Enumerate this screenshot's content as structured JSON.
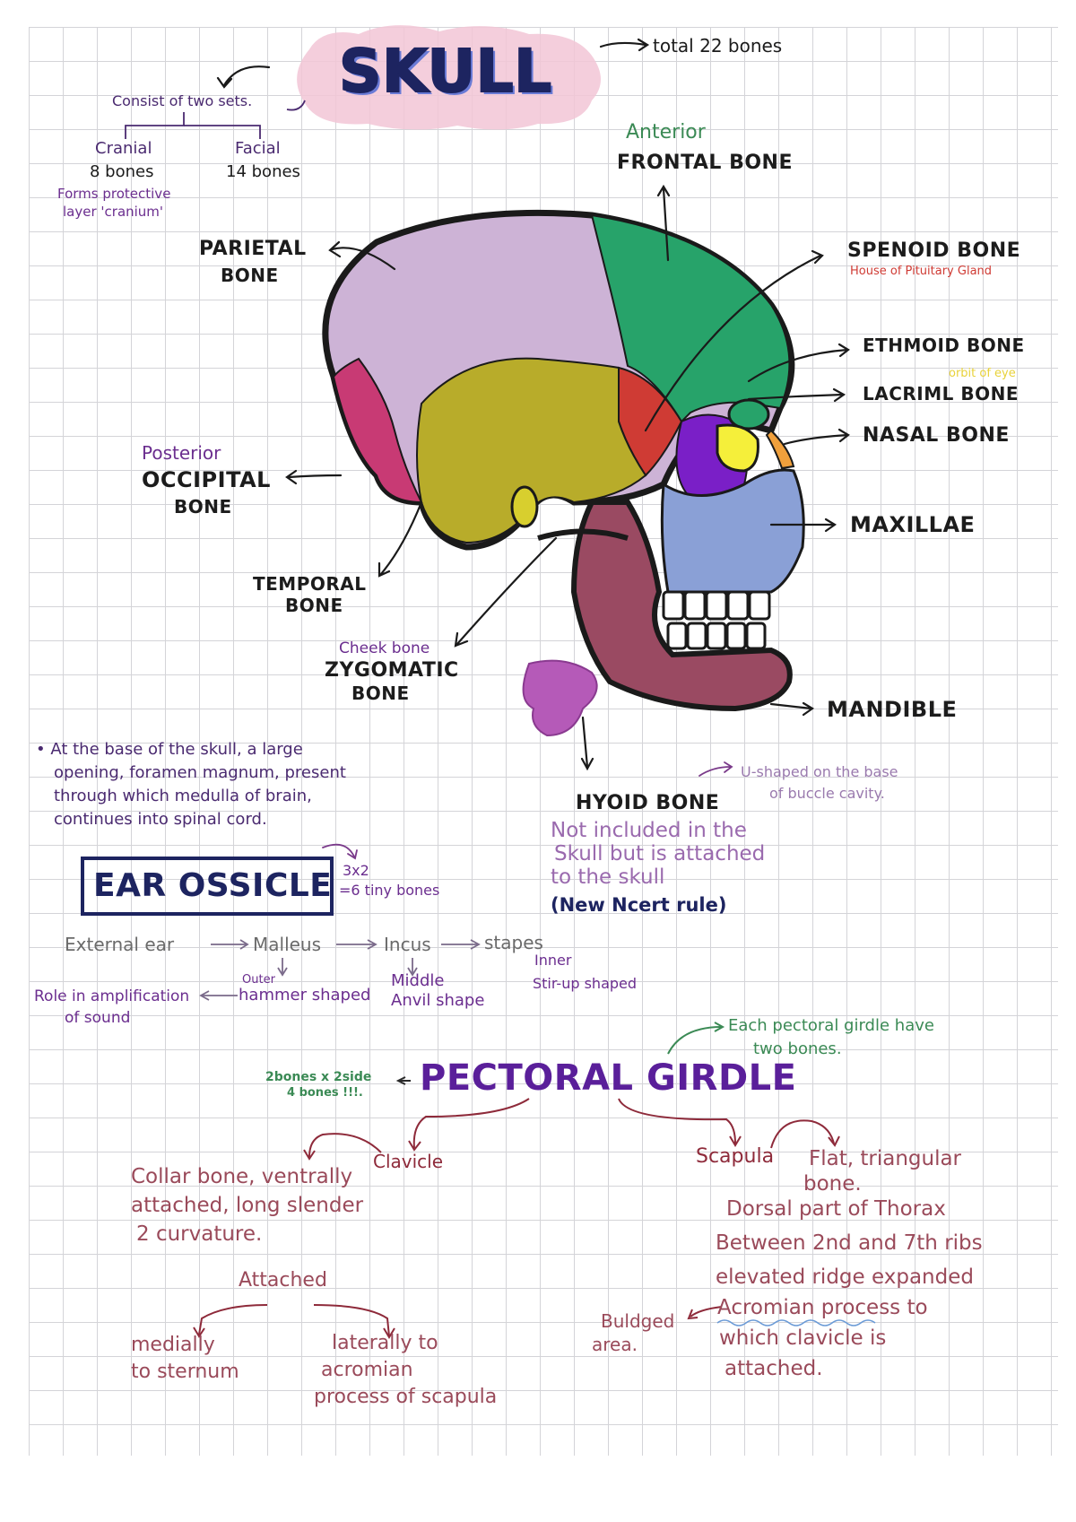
{
  "header": {
    "title": "SKULL",
    "total": "total 22 bones",
    "consist": "Consist of two sets.",
    "cranial": "Cranial",
    "cranial_count": "8 bones",
    "cranial_note_1": "Forms protective",
    "cranial_note_2": "layer 'cranium'",
    "facial": "Facial",
    "facial_count": "14 bones"
  },
  "labels": {
    "parietal_1": "PARIETAL",
    "parietal_2": "BONE",
    "frontal_note": "Anterior",
    "frontal": "FRONTAL BONE",
    "sphenoid": "SPENOID BONE",
    "sphenoid_note": "House of Pituitary Gland",
    "ethmoid": "ETHMOID BONE",
    "lacrimal_note": "orbit of eye",
    "lacrimal": "LACRIML BONE",
    "nasal": "NASAL BONE",
    "maxillae": "MAXILLAE",
    "occipital_note": "Posterior",
    "occipital_1": "OCCIPITAL",
    "occipital_2": "BONE",
    "temporal_1": "TEMPORAL",
    "temporal_2": "BONE",
    "zygomatic_note": "Cheek bone",
    "zygomatic_1": "ZYGOMATIC",
    "zygomatic_2": "BONE",
    "mandible": "MANDIBLE",
    "hyoid": "HYOID BONE",
    "hyoid_shape_1": "U-shaped on the base",
    "hyoid_shape_2": "of buccle cavity.",
    "hyoid_note_1": "Not included in the",
    "hyoid_note_2": "Skull but is attached",
    "hyoid_note_3": "to the skull",
    "hyoid_note_4": "(New Ncert rule)"
  },
  "foramen": {
    "line_1": "• At the base of the skull, a large",
    "line_2": "opening, foramen magnum, present",
    "line_3": "through which medulla of brain,",
    "line_4": "continues into spinal cord."
  },
  "ear": {
    "title": "EAR OSSICLE",
    "count_1": "3x2",
    "count_2": "=6 tiny bones",
    "external": "External ear",
    "malleus": "Malleus",
    "incus": "Incus",
    "stapes": "stapes",
    "inner": "Inner",
    "outer": "Outer",
    "hammer": "hammer shaped",
    "middle": "Middle",
    "anvil": "Anvil shape",
    "stirrup": "Stir-up shaped",
    "role_1": "Role in amplification",
    "role_2": "of sound"
  },
  "pectoral": {
    "title": "PECTORAL GIRDLE",
    "each_1": "Each pectoral girdle have",
    "each_2": "two bones.",
    "count_1": "2bones x 2side",
    "count_2": "4 bones !!!.",
    "clavicle": "Clavicle",
    "clav_1": "Collar bone, ventrally",
    "clav_2": "attached, long slender",
    "clav_3": "2 curvature.",
    "attached": "Attached",
    "medially_1": "medially",
    "medially_2": "to sternum",
    "laterally_1": "laterally to",
    "laterally_2": "acromian",
    "laterally_3": "process of scapula",
    "scapula": "Scapula",
    "scap_1": "Flat, triangular",
    "scap_2": "bone.",
    "scap_3": "Dorsal part of Thorax",
    "scap_4": "Between 2nd and 7th ribs",
    "scap_5": "elevated ridge expanded",
    "scap_6": "Acromian process to",
    "scap_7": "which clavicle is",
    "scap_8": "attached.",
    "bulged_1": "Buldged",
    "bulged_2": "area."
  }
}
